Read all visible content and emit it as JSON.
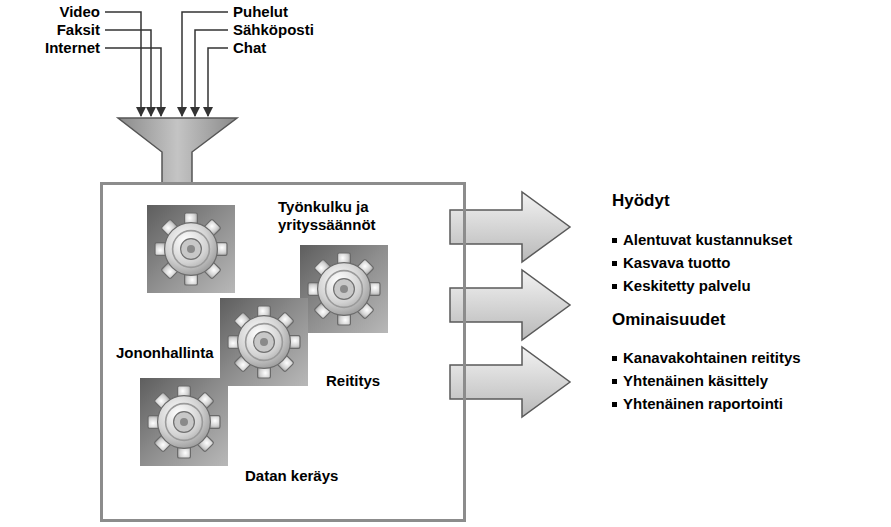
{
  "diagram": {
    "nodes": [
      {
        "text": [
          "Työnkulku ja yrityssäännöt",
          "Jononhallinta",
          "Reititys",
          "Datan keräys"
        ]
      }
    ],
    "labels": [
      "Video",
      "Faksit",
      "Internet",
      "Puhelut",
      "Sähköposti",
      "Chat",
      "Hyödyt",
      "Alentuvat kustannukset",
      "Kasvava tuotto",
      "Keskitetty palvelu",
      "Ominaisuudet",
      "Kanavakohtainen reititys",
      "Yhtenäinen käsittely",
      "Yhtenäinen raportointi"
    ]
  }
}
